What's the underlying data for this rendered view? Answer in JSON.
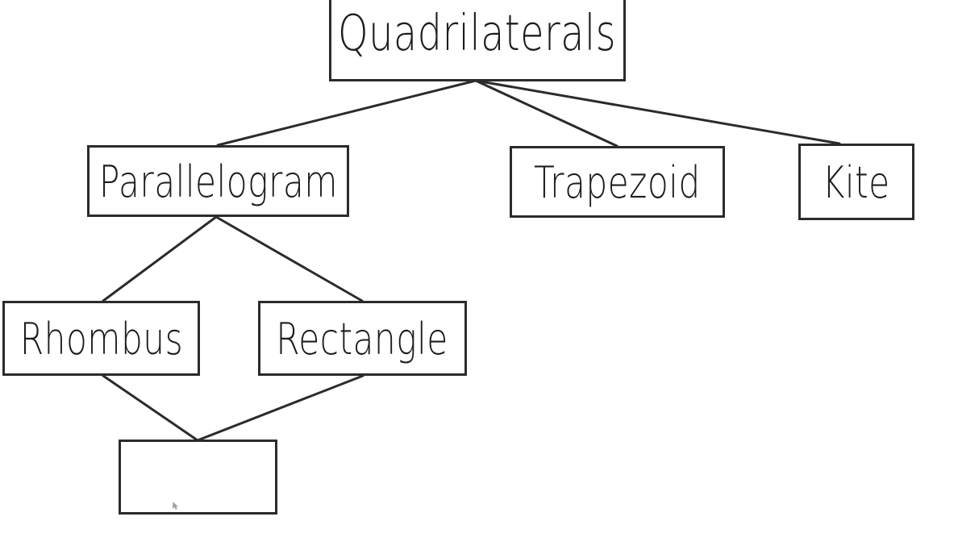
{
  "diagram": {
    "type": "hierarchy-tree",
    "title": "Quadrilaterals classification tree",
    "background_color": "#ffffff",
    "line_color": "#2b2b2b",
    "text_color": "#1d1d1d",
    "nodes": [
      {
        "id": "quadrilaterals",
        "label": "Quadrilaterals",
        "level": 0
      },
      {
        "id": "parallelogram",
        "label": "Parallelogram",
        "level": 1
      },
      {
        "id": "trapezoid",
        "label": "Trapezoid",
        "level": 1
      },
      {
        "id": "kite",
        "label": "Kite",
        "level": 1
      },
      {
        "id": "rhombus",
        "label": "Rhombus",
        "level": 2
      },
      {
        "id": "rectangle",
        "label": "Rectangle",
        "level": 2
      },
      {
        "id": "square_blank",
        "label": "",
        "level": 3
      }
    ],
    "edges": [
      {
        "from": "quadrilaterals",
        "to": "parallelogram"
      },
      {
        "from": "quadrilaterals",
        "to": "trapezoid"
      },
      {
        "from": "quadrilaterals",
        "to": "kite"
      },
      {
        "from": "parallelogram",
        "to": "rhombus"
      },
      {
        "from": "parallelogram",
        "to": "rectangle"
      },
      {
        "from": "rhombus",
        "to": "square_blank"
      },
      {
        "from": "rectangle",
        "to": "square_blank"
      }
    ]
  }
}
